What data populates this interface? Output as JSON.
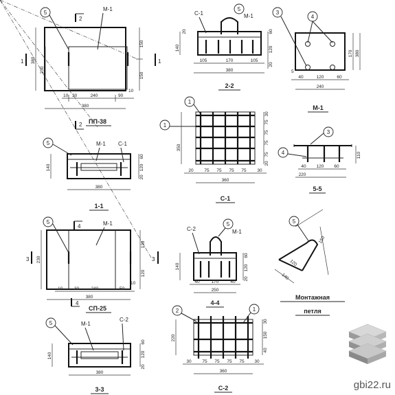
{
  "views": {
    "pp38": {
      "title": "ПП-38",
      "mark": "М-1",
      "callout": "5",
      "section_top": "2",
      "section_bottom": "2",
      "section_side": "1",
      "dims_right": [
        "150",
        "150"
      ],
      "dim_left_outer": "380",
      "dim_left_inner": "230",
      "dims_bottom": [
        "30",
        "240",
        "90"
      ],
      "dim_total": "380",
      "dim_side_a": "10",
      "dim_side_b": "10"
    },
    "s22": {
      "title": "2-2",
      "mark_c": "С-1",
      "mark_m": "М-1",
      "callout": "5",
      "dim_left": "140",
      "dim_left_top": "20",
      "dims_right": [
        "60",
        "120",
        "20"
      ],
      "dims_bottom": [
        "105",
        "170",
        "105"
      ],
      "dim_total": "380"
    },
    "m1": {
      "title": "М-1",
      "callouts": [
        "3",
        "4"
      ],
      "dims_right": [
        "170",
        "380"
      ],
      "dim_left": "5",
      "dims_bottom": [
        "40",
        "120",
        "60"
      ],
      "dim_total": "240"
    },
    "c1": {
      "title": "С-1",
      "callouts": [
        "1",
        "1"
      ],
      "dim_left": "350",
      "dims_right": [
        "30",
        "75",
        "75",
        "75",
        "75",
        "20"
      ],
      "dims_bottom": [
        "20",
        "75",
        "75",
        "75",
        "75",
        "30"
      ],
      "dim_total": "360"
    },
    "s11": {
      "title": "1-1",
      "mark_m": "М-1",
      "mark_c": "С-1",
      "callout": "5",
      "dim_left": "140",
      "dims_right": [
        "60",
        "120",
        "20"
      ],
      "dim_total": "380"
    },
    "s55": {
      "title": "5-5",
      "callouts": [
        "3",
        "4"
      ],
      "dims_bottom": [
        "40",
        "120",
        "60"
      ],
      "dim_total": "220",
      "dim_right": "110"
    },
    "pp25": {
      "title": "СП-25",
      "mark": "М-1",
      "callout": "5",
      "section_top": "4",
      "section_bottom": "4",
      "section_side": "3",
      "dims_right": [
        "120",
        "120"
      ],
      "dim_left": "230",
      "dims_bottom": [
        "30",
        "240",
        "50"
      ],
      "dim_total": "380",
      "dim_side_a": "10",
      "dim_side_b": "10"
    },
    "s44": {
      "title": "4-4",
      "mark_c": "С-2",
      "mark_m": "М-1",
      "callout": "5",
      "dim_left": "140",
      "dims_right": [
        "60",
        "120",
        "20"
      ],
      "dims_bottom": [
        "40",
        "170",
        "40"
      ],
      "dim_total": "250"
    },
    "loop": {
      "title": "Монтажная",
      "subtitle": "петля",
      "callout": "5",
      "dims": [
        "150",
        "120",
        "140"
      ]
    },
    "s33": {
      "title": "3-3",
      "mark_m": "М-1",
      "mark_c": "С-2",
      "callout": "5",
      "dim_left": "140",
      "dims_right": [
        "60",
        "120",
        "20"
      ],
      "dim_total": "380"
    },
    "c2": {
      "title": "С-2",
      "callouts": [
        "2",
        "1"
      ],
      "dim_left": "220",
      "dims_right": [
        "30",
        "150",
        "40"
      ],
      "dims_bottom": [
        "30",
        "75",
        "75",
        "75",
        "75",
        "30"
      ],
      "dim_total": "360"
    }
  },
  "watermark": "gbi22.ru",
  "colors": {
    "ink": "#222222",
    "paper": "#ffffff",
    "watermark": "#555555"
  },
  "icons": [
    "cube-stack-icon"
  ]
}
